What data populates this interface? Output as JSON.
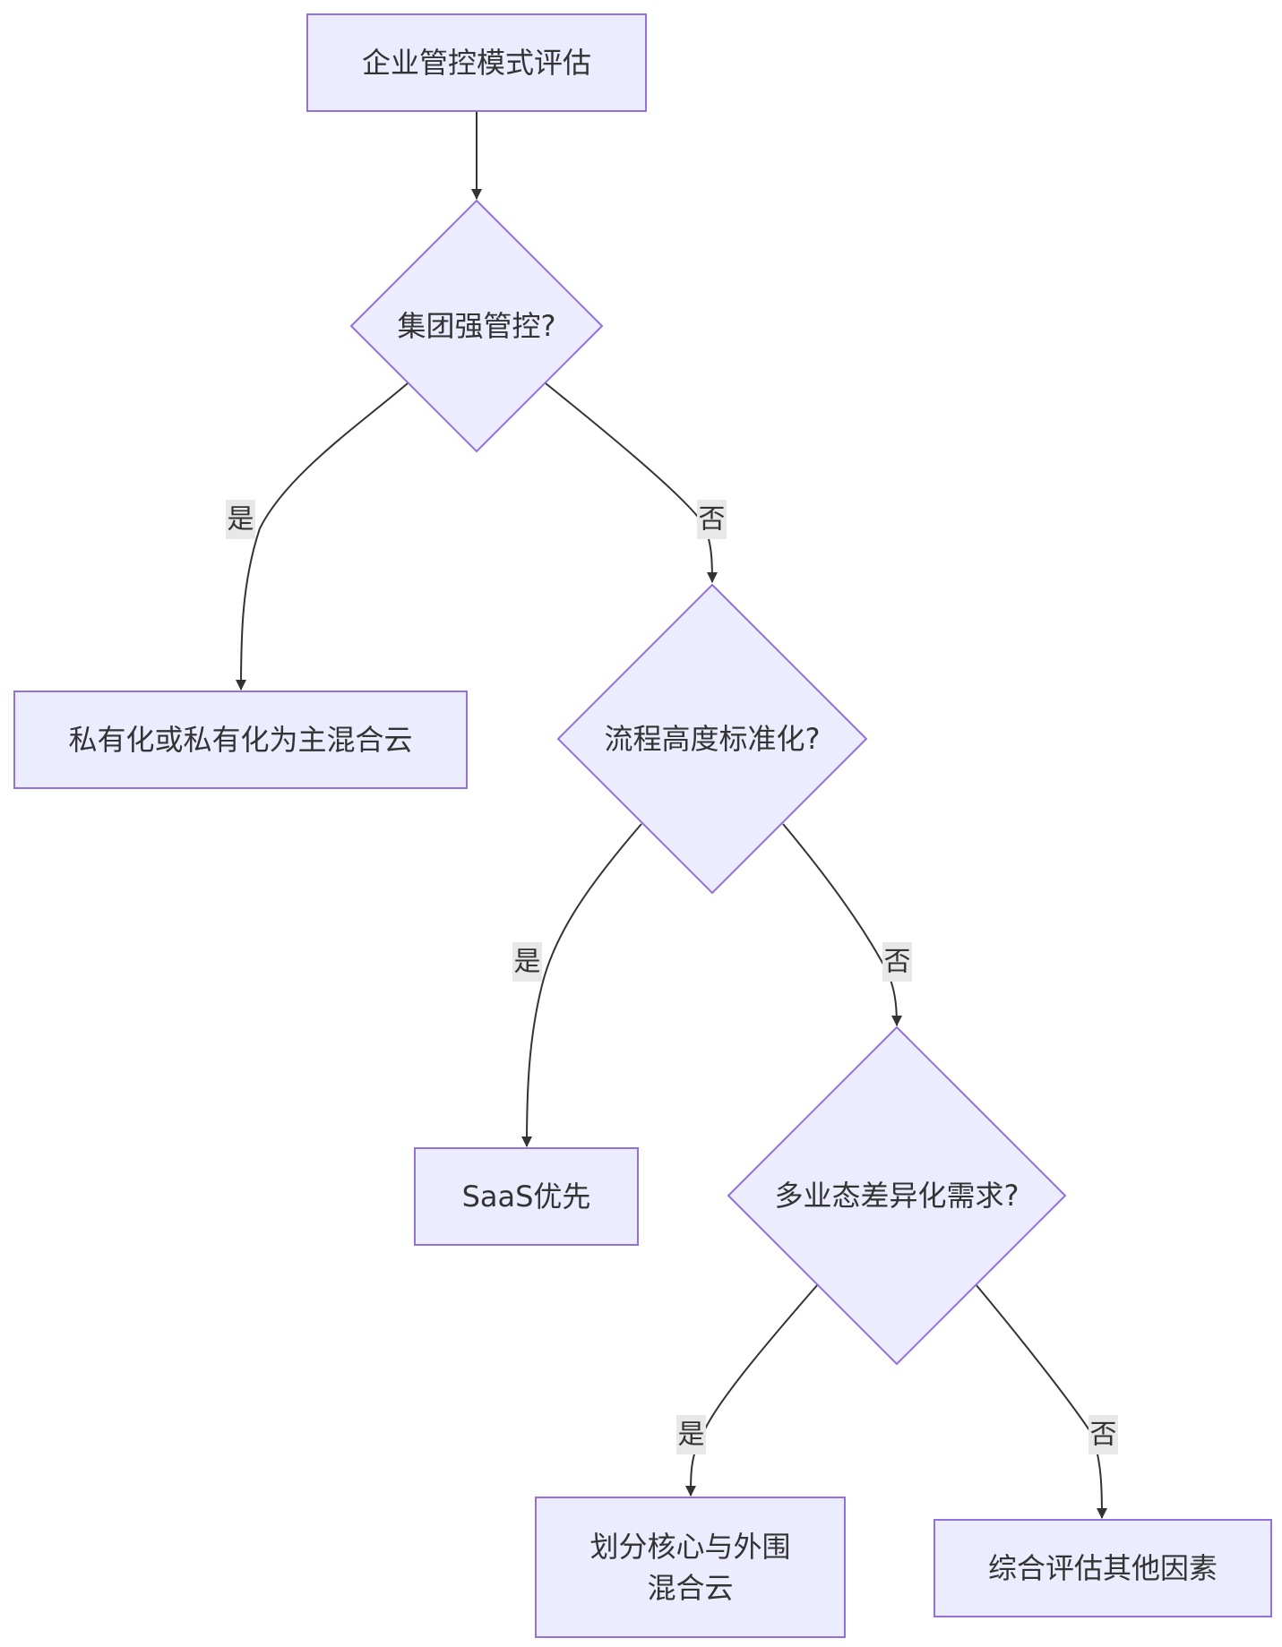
{
  "nodes": {
    "start": {
      "label": "企业管控模式评估"
    },
    "q_group_control": {
      "label": "集团强管控?"
    },
    "private_cloud": {
      "label": "私有化或私有化为主混合云"
    },
    "q_process_standard": {
      "label": "流程高度标准化?"
    },
    "saas_first": {
      "label": "SaaS优先"
    },
    "q_multi_business": {
      "label": "多业态差异化需求?"
    },
    "core_periphery": {
      "label_line1": "划分核心与外围",
      "label_line2": "混合云"
    },
    "comprehensive": {
      "label": "综合评估其他因素"
    }
  },
  "edges": {
    "yes_label": "是",
    "no_label": "否"
  },
  "colors": {
    "node_fill": "#ECECFF",
    "node_stroke": "#9370DB",
    "edge_stroke": "#333333",
    "label_bg": "#E8E8E8",
    "text": "#333333"
  }
}
